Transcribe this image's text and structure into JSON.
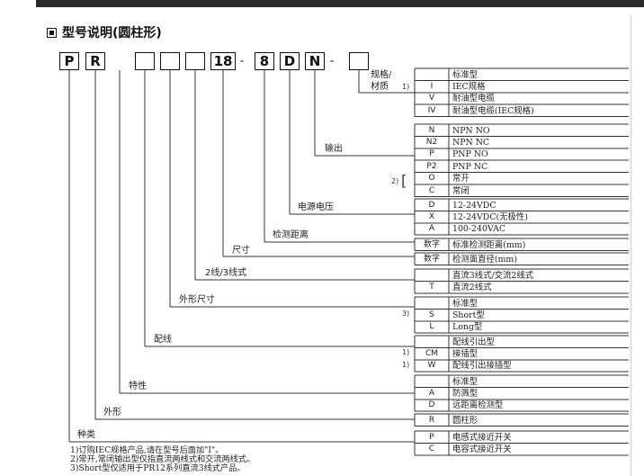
{
  "title": "型号说明(圆柱形)",
  "code_boxes": [
    "P",
    "R",
    "",
    "",
    "",
    "18",
    "8",
    "D",
    "N",
    ""
  ],
  "dash": "-",
  "labels": {
    "spec": "规格/",
    "material": "材质",
    "output": "输出",
    "voltage": "电源电压",
    "distance": "检测距离",
    "size": "尺寸",
    "wires": "2线/3线式",
    "shape_size": "外形尺寸",
    "wiring": "配线",
    "property": "特性",
    "shape": "外形",
    "type": "种类"
  },
  "marks": {
    "m1": "1)",
    "m2": "2)",
    "m3": "3)",
    "m4": "1)",
    "m5": "1)"
  },
  "groups": [
    {
      "rows": [
        [
          "",
          "标准型"
        ],
        [
          "I",
          "IEC规格"
        ],
        [
          "V",
          "耐油型电缆"
        ],
        [
          "IV",
          "耐油型电缆(IEC规格)"
        ]
      ]
    },
    {
      "rows": [
        [
          "N",
          "NPN NO"
        ],
        [
          "N2",
          "NPN NC"
        ],
        [
          "P",
          "PNP NO"
        ],
        [
          "P2",
          "PNP NC"
        ],
        [
          "O",
          "常开"
        ],
        [
          "C",
          "常闭"
        ]
      ]
    },
    {
      "rows": [
        [
          "D",
          "12-24VDC"
        ],
        [
          "X",
          "12-24VDC(无极性)"
        ],
        [
          "A",
          "100-240VAC"
        ]
      ]
    },
    {
      "rows": [
        [
          "数字",
          "标准检测距离(mm)"
        ]
      ]
    },
    {
      "rows": [
        [
          "数字",
          "检测面直径(mm)"
        ]
      ]
    },
    {
      "rows": [
        [
          "",
          "直流3线式/交流2线式"
        ],
        [
          "T",
          "直流2线式"
        ]
      ]
    },
    {
      "rows": [
        [
          "",
          "标准型"
        ],
        [
          "S",
          "Short型"
        ],
        [
          "L",
          "Long型"
        ]
      ]
    },
    {
      "rows": [
        [
          "",
          "配线引出型"
        ],
        [
          "CM",
          "接插型"
        ],
        [
          "W",
          "配线引出接插型"
        ]
      ]
    },
    {
      "rows": [
        [
          "",
          "标准型"
        ],
        [
          "A",
          "防溅型"
        ],
        [
          "D",
          "远距离检测型"
        ]
      ]
    },
    {
      "rows": [
        [
          "R",
          "圆柱形"
        ]
      ]
    },
    {
      "rows": [
        [
          "P",
          "电感式接近开关"
        ],
        [
          "C",
          "电容式接近开关"
        ]
      ]
    }
  ],
  "notes": [
    "1)订购IEC规格产品,请在型号后面加\"I\"。",
    "2)常开,常闭输出型仅指直流两线式和交流两线式。",
    "3)Short型仅适用于PR12系列直流3线式产品。"
  ]
}
